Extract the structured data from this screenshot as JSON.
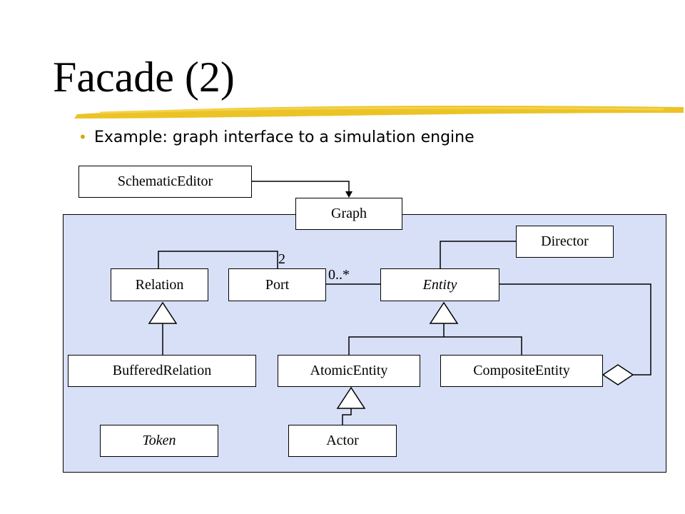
{
  "slide": {
    "title": "Facade (2)",
    "bullet": "Example: graph interface to a simulation engine",
    "accent_color": "#d8a400"
  },
  "diagram": {
    "classes": {
      "schematic_editor": "SchematicEditor",
      "graph": "Graph",
      "director": "Director",
      "relation": "Relation",
      "port": "Port",
      "entity": "Entity",
      "buffered_relation": "BufferedRelation",
      "atomic_entity": "AtomicEntity",
      "composite_entity": "CompositeEntity",
      "token": "Token",
      "actor": "Actor"
    },
    "multiplicities": {
      "relation_port": "2",
      "port_entity": "0..*"
    },
    "panel_color": "#d8e0f8"
  }
}
